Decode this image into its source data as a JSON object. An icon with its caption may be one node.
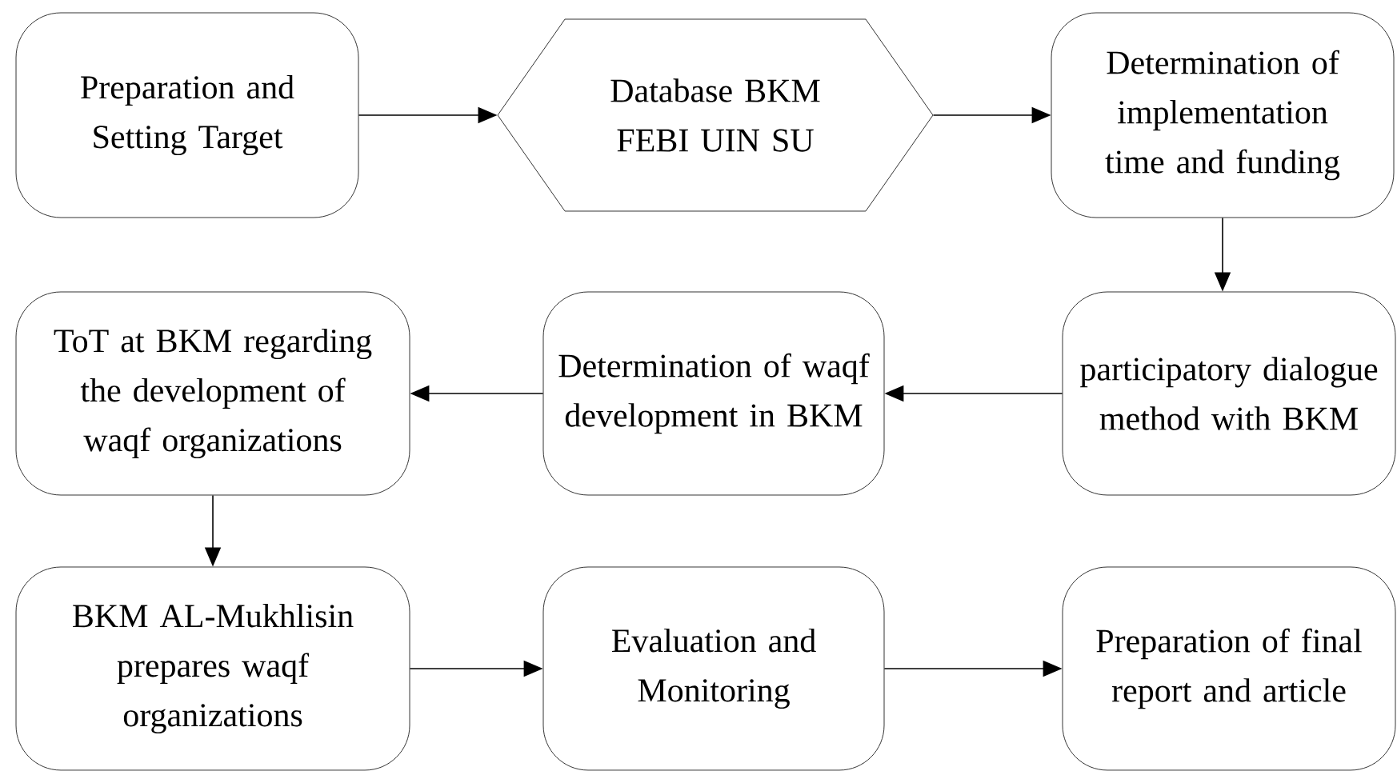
{
  "diagram": {
    "nodes": [
      {
        "text": [
          "Preparation and Setting Target"
        ]
      },
      {
        "text": [
          "Database BKM FEBI UIN SU"
        ]
      },
      {
        "text": [
          "Determination of implementation time and funding"
        ]
      },
      {
        "text": [
          "participatory dialogue method with BKM"
        ]
      },
      {
        "text": [
          "Determination of waqf development in BKM"
        ]
      },
      {
        "text": [
          "ToT at BKM regarding the development of waqf organizations"
        ]
      },
      {
        "text": [
          "BKM AL-Mukhlisin prepares waqf organizations"
        ]
      },
      {
        "text": [
          "Evaluation and Monitoring"
        ]
      },
      {
        "text": [
          "Preparation of final report and article"
        ]
      }
    ],
    "edges": [
      {
        "from": 0,
        "to": 1,
        "arrow": "to"
      },
      {
        "from": 1,
        "to": 2,
        "arrow": "to"
      },
      {
        "from": 2,
        "to": 3,
        "arrow": "to"
      },
      {
        "from": 3,
        "to": 4,
        "arrow": "to"
      },
      {
        "from": 4,
        "to": 5,
        "arrow": "to"
      },
      {
        "from": 5,
        "to": 6,
        "arrow": "to"
      },
      {
        "from": 6,
        "to": 7,
        "arrow": "to"
      },
      {
        "from": 7,
        "to": 8,
        "arrow": "to"
      }
    ]
  }
}
